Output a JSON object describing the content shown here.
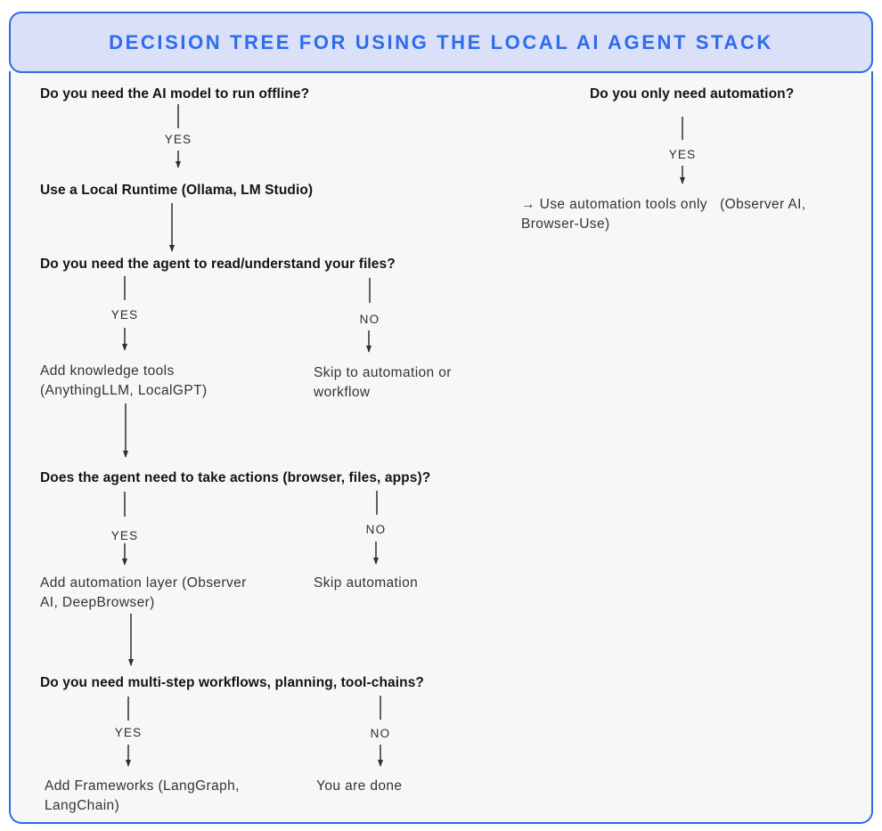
{
  "header": {
    "title": "DECISION TREE FOR USING THE LOCAL AI AGENT STACK"
  },
  "labels": {
    "yes": "YES",
    "no": "NO"
  },
  "left": {
    "q_offline": "Do you need the AI model to run offline?",
    "offline_yes_result": "Use a Local Runtime (Ollama, LM Studio)",
    "q_files": "Do you need the agent to read/understand your files?",
    "files_yes_result": "Add knowledge tools (AnythingLLM, LocalGPT)",
    "files_no_result": "Skip to automation or workflow",
    "q_actions": "Does the agent need to take actions (browser, files, apps)?",
    "actions_yes_result": "Add automation layer (Observer AI, DeepBrowser)",
    "actions_no_result": "Skip automation",
    "q_multistep": "Do you need multi-step workflows, planning, tool-chains?",
    "multistep_yes_result": "Add Frameworks (LangGraph, LangChain)",
    "multistep_no_result": "You are done"
  },
  "right": {
    "q_automation": "Do you only need automation?",
    "automation_yes_result": "→ Use automation tools only   (Observer AI, Browser-Use)"
  },
  "colors": {
    "accent_blue": "#2e6be0",
    "title_blue": "#2f6ceb",
    "header_bg": "#d9e0f8",
    "body_bg": "#f7f7f8"
  }
}
